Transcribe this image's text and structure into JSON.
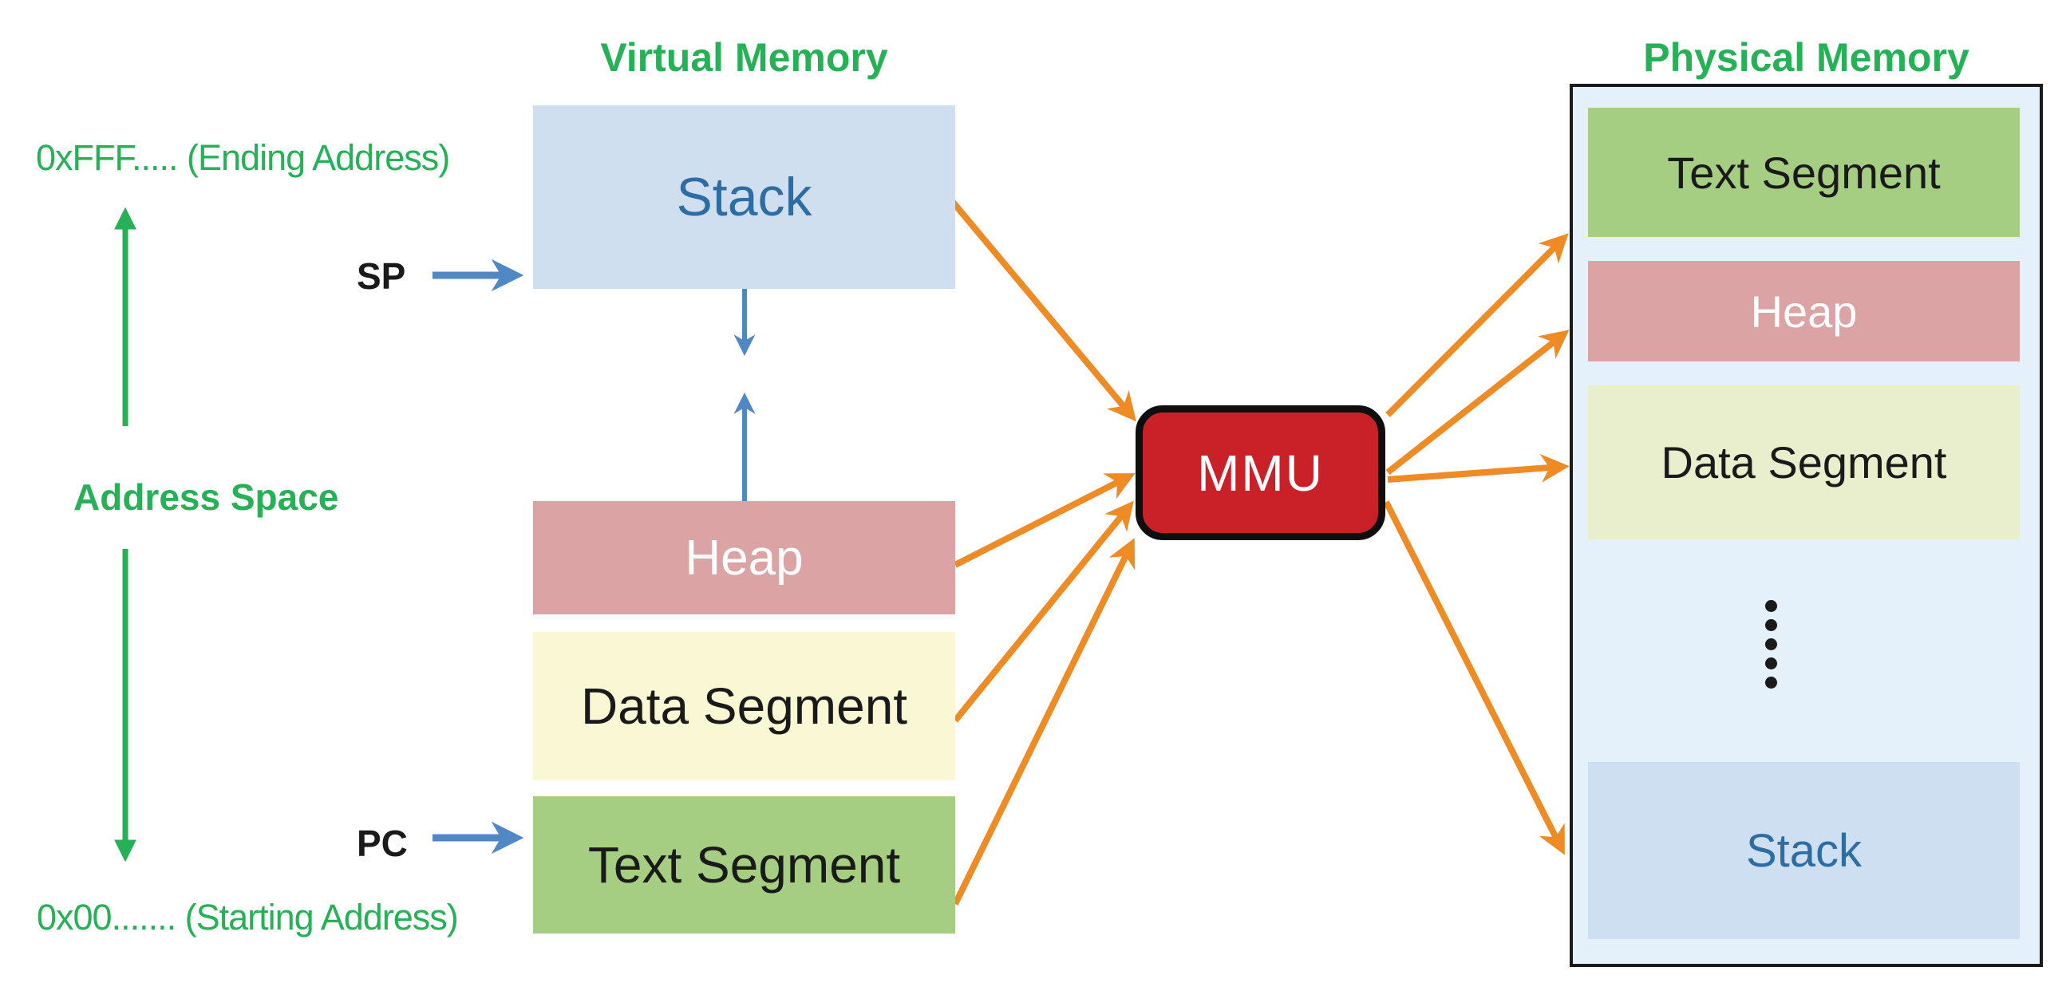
{
  "colors": {
    "green": "#26b157",
    "orange": "#ee8b25",
    "blue": "#4f88c5",
    "stack-fill": "#cfdfef",
    "stack-text": "#2e6da4",
    "heap-fill": "#dba3a4",
    "data-fill": "#faf8d4",
    "text-seg-fill": "#a6ce83",
    "mmu-fill": "#c92127",
    "mmu-border": "#0e0e0e",
    "phys-bg": "#e4f1fa",
    "phys-data-fill": "#e9efcc",
    "phys-stack-fill": "#cddff0",
    "label-dark": "#1a1a1a",
    "white": "#ffffff"
  },
  "address_space": {
    "ending_address": "0xFFF..... (Ending Address)",
    "label": "Address Space",
    "starting_address": "0x00....... (Starting Address)"
  },
  "registers": {
    "stack_pointer": "SP",
    "program_counter": "PC"
  },
  "virtual_memory": {
    "title": "Virtual Memory",
    "segments": [
      {
        "id": "stack",
        "label": "Stack"
      },
      {
        "id": "heap",
        "label": "Heap"
      },
      {
        "id": "data",
        "label": "Data Segment"
      },
      {
        "id": "text",
        "label": "Text Segment"
      }
    ]
  },
  "mmu": {
    "label": "MMU"
  },
  "physical_memory": {
    "title": "Physical Memory",
    "segments": [
      {
        "id": "text",
        "label": "Text Segment"
      },
      {
        "id": "heap",
        "label": "Heap"
      },
      {
        "id": "data",
        "label": "Data Segment"
      },
      {
        "id": "stack",
        "label": "Stack"
      }
    ],
    "ellipsis_icon": "vertical-ellipsis"
  }
}
